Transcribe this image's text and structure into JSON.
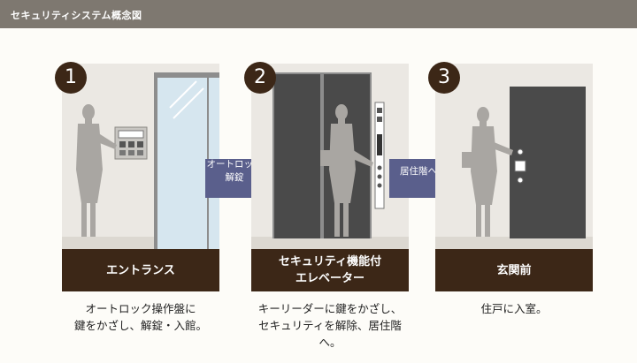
{
  "header": {
    "title": "セキュリティシステム概念図"
  },
  "steps": [
    {
      "number": "1",
      "caption": "エントランス",
      "description": "オートロック操作盤に\n鍵をかざし、解錠・入館。"
    },
    {
      "number": "2",
      "caption": "セキュリティ機能付\nエレベーター",
      "description": "キーリーダーに鍵をかざし、\nセキュリティを解除、居住階へ。"
    },
    {
      "number": "3",
      "caption": "玄関前",
      "description": "住戸に入室。"
    }
  ],
  "arrows": [
    {
      "label": "オートロック\n解錠"
    },
    {
      "label": "居住階へ"
    }
  ],
  "colors": {
    "header_bg": "#7e7870",
    "caption_bg": "#3c2717",
    "arrow_fill": "#5a5f8c",
    "silhouette": "#a9a6a2",
    "door_dark": "#4a4a4a"
  }
}
